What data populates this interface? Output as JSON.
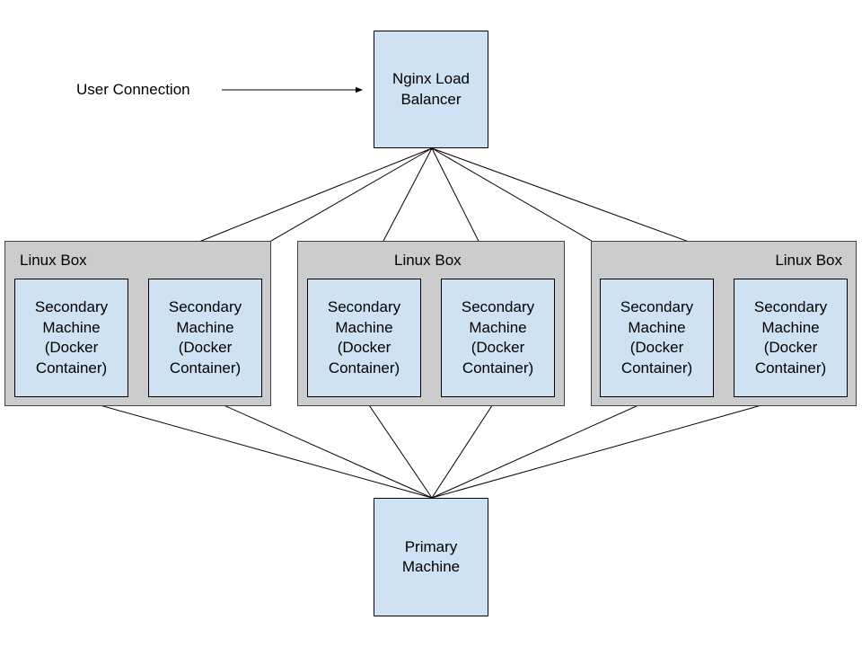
{
  "colors": {
    "node_fill": "#cfe2f3",
    "group_fill": "#cccccc",
    "edge": "#000000"
  },
  "user_connection": {
    "label": "User Connection"
  },
  "load_balancer": {
    "label": "Nginx Load\nBalancer"
  },
  "primary": {
    "label": "Primary\nMachine"
  },
  "linux_boxes": [
    {
      "label": "Linux Box",
      "containers": [
        {
          "label": "Secondary\nMachine\n(Docker\nContainer)"
        },
        {
          "label": "Secondary\nMachine\n(Docker\nContainer)"
        }
      ]
    },
    {
      "label": "Linux Box",
      "containers": [
        {
          "label": "Secondary\nMachine\n(Docker\nContainer)"
        },
        {
          "label": "Secondary\nMachine\n(Docker\nContainer)"
        }
      ]
    },
    {
      "label": "Linux Box",
      "containers": [
        {
          "label": "Secondary\nMachine\n(Docker\nContainer)"
        },
        {
          "label": "Secondary\nMachine\n(Docker\nContainer)"
        }
      ]
    }
  ]
}
